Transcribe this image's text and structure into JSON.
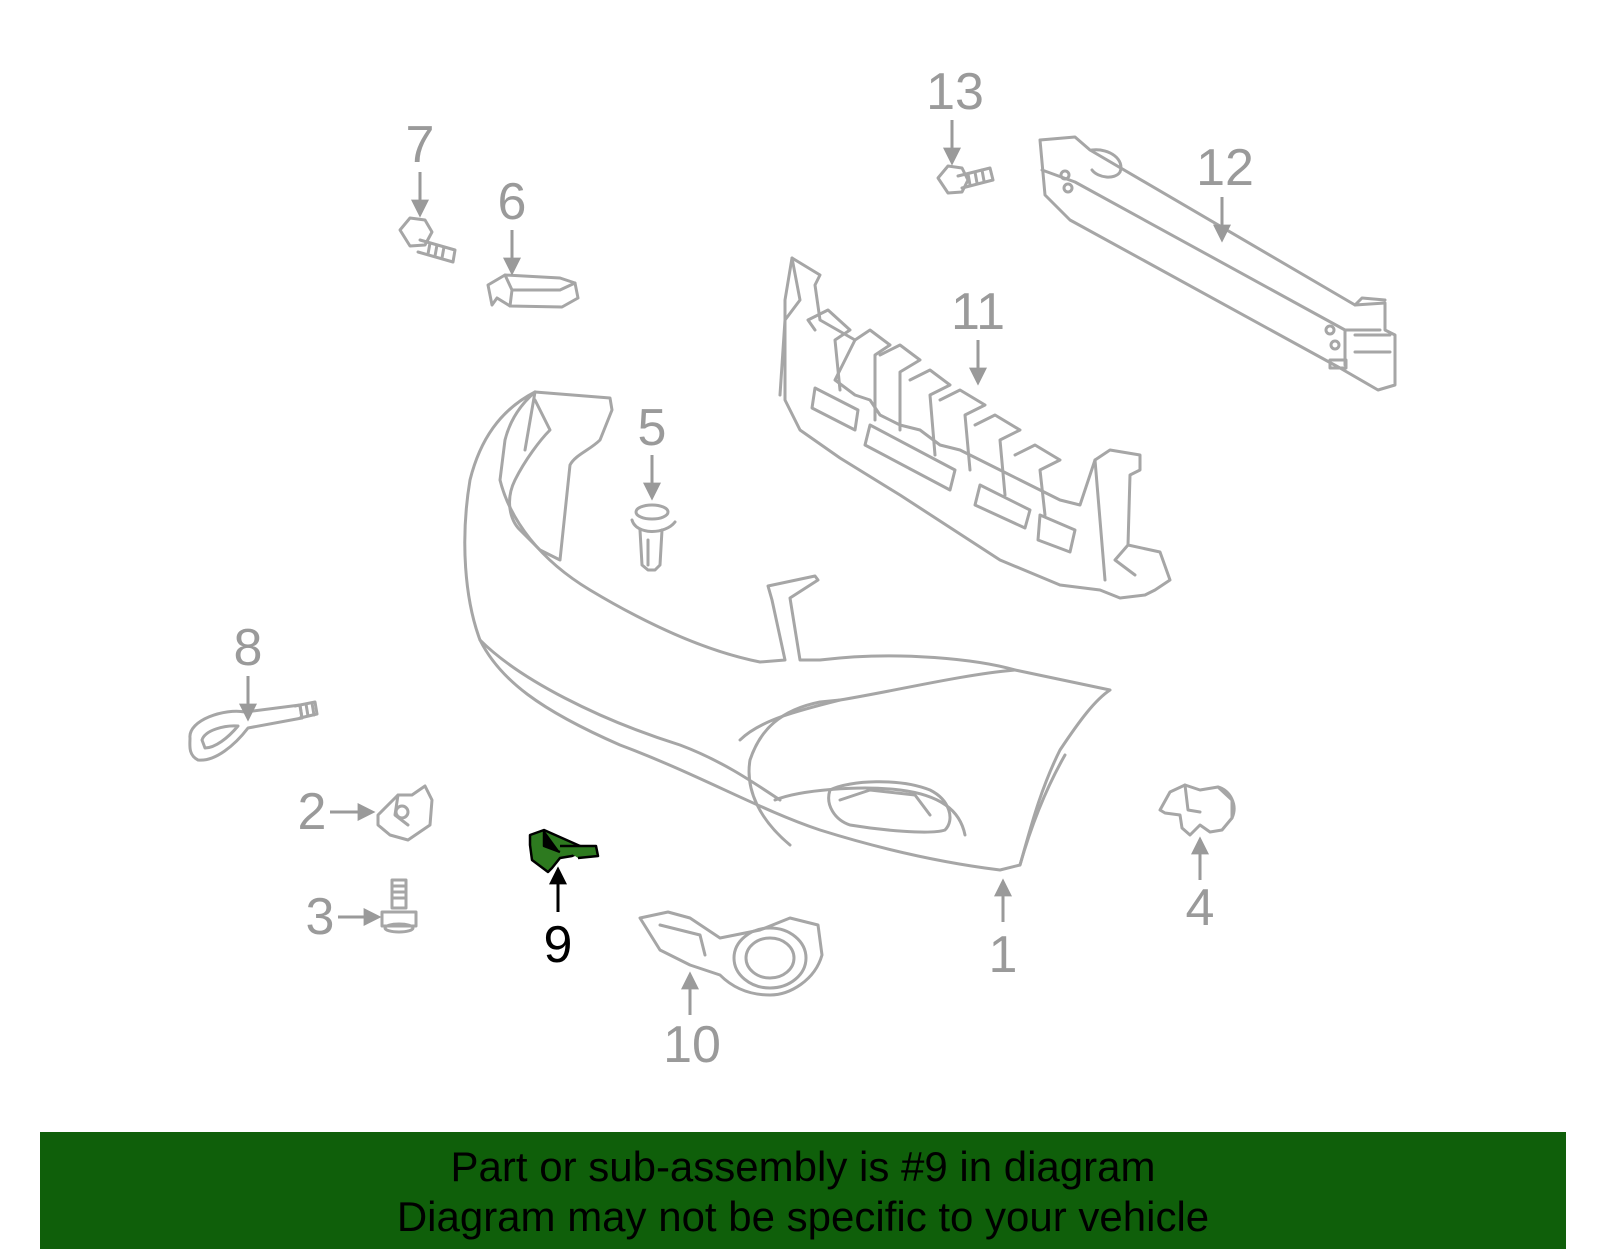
{
  "diagram": {
    "highlight_part": "9",
    "colors": {
      "part_outline": "#a6a6a6",
      "callout_text": "#9a9a9a",
      "highlight_fill": "#2d7a1f",
      "highlight_text": "#000000",
      "banner_bg": "#0f5f0a"
    },
    "callouts": [
      {
        "id": "1",
        "label": "1"
      },
      {
        "id": "2",
        "label": "2"
      },
      {
        "id": "3",
        "label": "3"
      },
      {
        "id": "4",
        "label": "4"
      },
      {
        "id": "5",
        "label": "5"
      },
      {
        "id": "6",
        "label": "6"
      },
      {
        "id": "7",
        "label": "7"
      },
      {
        "id": "8",
        "label": "8"
      },
      {
        "id": "9",
        "label": "9"
      },
      {
        "id": "10",
        "label": "10"
      },
      {
        "id": "11",
        "label": "11"
      },
      {
        "id": "12",
        "label": "12"
      },
      {
        "id": "13",
        "label": "13"
      }
    ]
  },
  "banner": {
    "line1": "Part or sub-assembly is #9 in diagram",
    "line2": "Diagram may not be specific to your vehicle"
  }
}
